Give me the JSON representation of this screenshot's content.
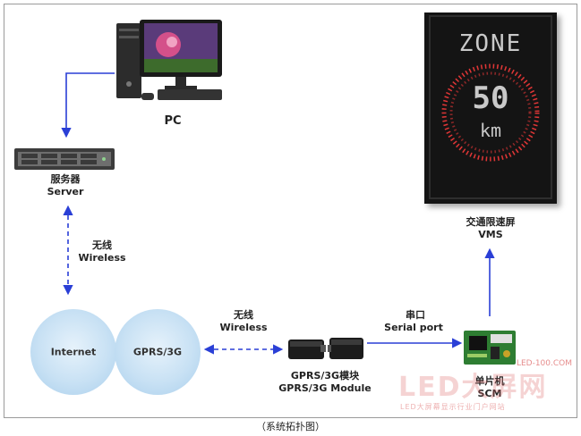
{
  "nodes": {
    "pc": {
      "label": "PC"
    },
    "server": {
      "label_cn": "服务器",
      "label_en": "Server"
    },
    "internet": {
      "label": "Internet"
    },
    "gprs3g": {
      "label": "GPRS/3G"
    },
    "gprs_module": {
      "label_cn": "GPRS/3G模块",
      "label_en": "GPRS/3G Module"
    },
    "scm": {
      "label_cn": "单片机",
      "label_en": "SCM"
    },
    "vms": {
      "label_cn": "交通限速屏",
      "label_en": "VMS"
    }
  },
  "sign": {
    "zone_text": "ZONE",
    "speed_value": "50",
    "speed_unit": "km"
  },
  "links": {
    "wireless_vertical": {
      "label_cn": "无线",
      "label_en": "Wireless"
    },
    "wireless_horizontal": {
      "label_cn": "无线",
      "label_en": "Wireless"
    },
    "serial": {
      "label_cn": "串口",
      "label_en": "Serial port"
    }
  },
  "caption": "（系统拓扑图）",
  "watermark": {
    "brand": "LED大屏网",
    "url": "LED-100.COM",
    "tagline": "LED大屏幕显示行业门户网站"
  },
  "colors": {
    "arrow": "#2a3fd6",
    "circle": "#c8e1f4",
    "sign_led": "#e03636",
    "sign_text": "#c9c9c9",
    "watermark": "#e07070"
  }
}
